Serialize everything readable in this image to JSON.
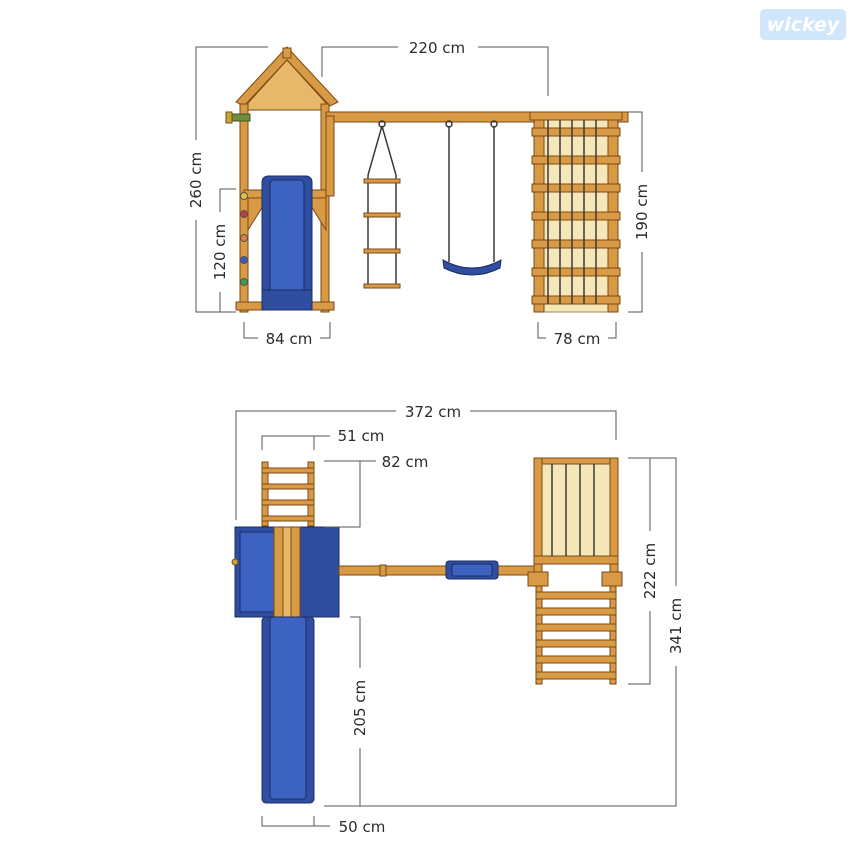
{
  "brand": {
    "logo_text": "wickey"
  },
  "side_view": {
    "dimensions": {
      "total_height": "260 cm",
      "platform_height": "120 cm",
      "swing_beam_length": "220 cm",
      "climbing_wall_height": "190 cm",
      "tower_width": "84 cm",
      "climbing_wall_width": "78 cm"
    }
  },
  "top_view": {
    "dimensions": {
      "total_length": "372 cm",
      "ladder_width": "51 cm",
      "ladder_length": "82 cm",
      "wall_depth": "222 cm",
      "total_depth": "341 cm",
      "slide_length": "205 cm",
      "slide_width": "50 cm"
    }
  },
  "colors": {
    "wood": "#d99a45",
    "slide_blue": "#2f4ea0",
    "logo_bg": "#cfe6fb"
  }
}
